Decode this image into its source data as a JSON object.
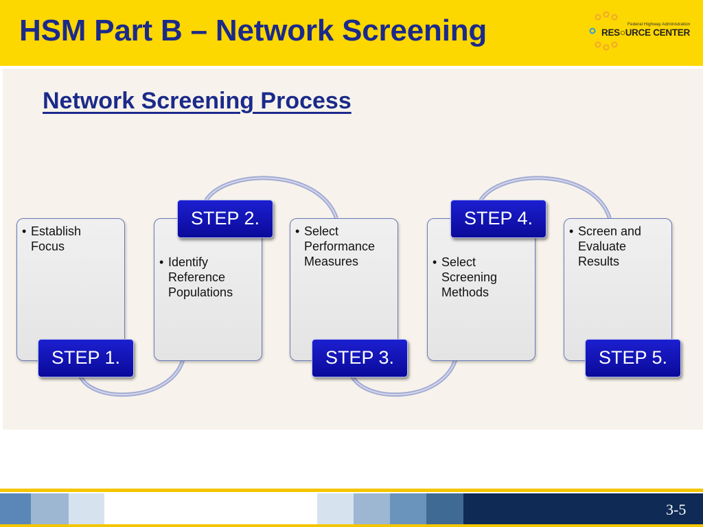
{
  "header": {
    "title": "HSM Part B – Network Screening",
    "logo": {
      "small_text": "Federal Highway Administration",
      "big_text": "RES○URCE CENTER"
    }
  },
  "subtitle": "Network Screening Process",
  "steps": [
    {
      "label": "STEP 1.",
      "bullet": "•",
      "text": "Establish Focus"
    },
    {
      "label": "STEP 2.",
      "bullet": "•",
      "text": "Identify Reference Populations"
    },
    {
      "label": "STEP 3.",
      "bullet": "•",
      "text": "Select Performance Measures"
    },
    {
      "label": "STEP 4.",
      "bullet": "•",
      "text": "Select Screening Methods"
    },
    {
      "label": "STEP 5.",
      "bullet": "•",
      "text": "Screen and Evaluate Results"
    }
  ],
  "footer": {
    "page_number": "3-5"
  },
  "colors": {
    "header_bg": "#fdd700",
    "title": "#1b2a8a",
    "step_label_bg": "#1414c0",
    "content_bg": "#f7f3ec",
    "footer_dark": "#0e2a55"
  }
}
